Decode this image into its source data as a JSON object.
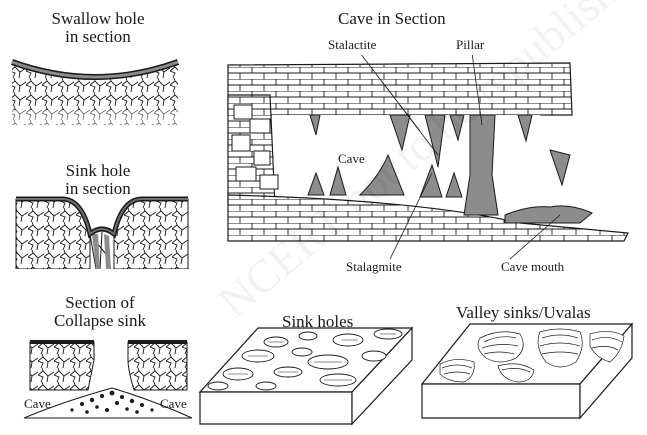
{
  "colors": {
    "ink": "#1a1a1a",
    "rock_fill": "#ffffff",
    "deposit": "#8c8c8c",
    "crust": "#6e6e6e"
  },
  "swallow_hole": {
    "title_line1": "Swallow hole",
    "title_line2": "in section"
  },
  "sink_hole": {
    "title_line1": "Sink hole",
    "title_line2": "in section"
  },
  "collapse_sink": {
    "title_line1": "Section of",
    "title_line2": "Collapse sink",
    "cave_left": "Cave",
    "cave_right": "Cave"
  },
  "cave_section": {
    "title": "Cave in Section",
    "stalactite": "Stalactite",
    "pillar": "Pillar",
    "cave": "Cave",
    "stalagmite": "Stalagmite",
    "cave_mouth": "Cave mouth"
  },
  "sink_holes_block": {
    "title": "Sink holes"
  },
  "uvalas_block": {
    "title": "Valley sinks/Uvalas"
  },
  "watermark": "NCERT not to be republished"
}
